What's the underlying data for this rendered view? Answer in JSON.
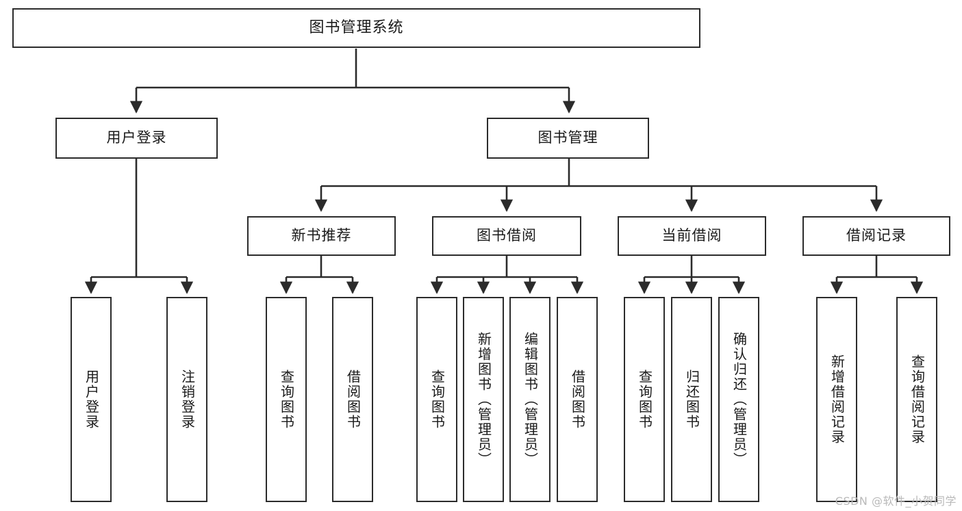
{
  "diagram": {
    "title": "图书管理系统",
    "type": "tree-hierarchy-diagram",
    "colors": {
      "box_border": "#2b2b2b",
      "box_fill": "#ffffff",
      "edge": "#2b2b2b",
      "text": "#1a1a1a",
      "watermark": "#b9b9b9"
    },
    "nodes": {
      "root": {
        "label": "图书管理系统"
      },
      "level2": [
        {
          "label": "用户登录"
        },
        {
          "label": "图书管理"
        }
      ],
      "level3": [
        {
          "label": "新书推荐"
        },
        {
          "label": "图书借阅"
        },
        {
          "label": "当前借阅"
        },
        {
          "label": "借阅记录"
        }
      ],
      "leaves": {
        "user_login": [
          {
            "label": "用户登录"
          },
          {
            "label": "注销登录"
          }
        ],
        "new_book_recommend": [
          {
            "label": "查询图书"
          },
          {
            "label": "借阅图书"
          }
        ],
        "book_borrow": [
          {
            "label": "查询图书"
          },
          {
            "label": "新增图书（管理员）"
          },
          {
            "label": "编辑图书（管理员）"
          },
          {
            "label": "借阅图书"
          }
        ],
        "current_borrow": [
          {
            "label": "查询图书"
          },
          {
            "label": "归还图书"
          },
          {
            "label": "确认归还（管理员）"
          }
        ],
        "borrow_record": [
          {
            "label": "新增借阅记录"
          },
          {
            "label": "查询借阅记录"
          }
        ]
      }
    },
    "watermark": "CSDN @软件_小贺同学"
  }
}
